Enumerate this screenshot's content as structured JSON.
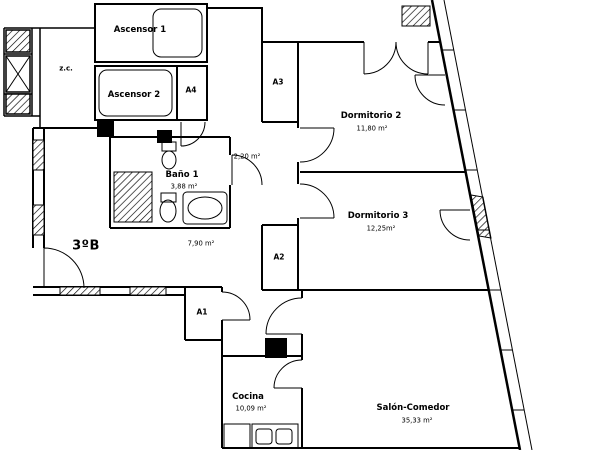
{
  "unit": {
    "label": "3ºB"
  },
  "rooms": {
    "ascensor1": {
      "name": "Ascensor 1"
    },
    "ascensor2": {
      "name": "Ascensor 2"
    },
    "zc": {
      "name": "z.c."
    },
    "a4": {
      "name": "A4"
    },
    "a3": {
      "name": "A3"
    },
    "a2": {
      "name": "A2"
    },
    "a1": {
      "name": "A1"
    },
    "dormitorio2": {
      "name": "Dormitorio 2",
      "area": "11,80 m²"
    },
    "dormitorio3": {
      "name": "Dormitorio 3",
      "area": "12,25m²"
    },
    "bano1": {
      "name": "Baño 1",
      "area": "3,88 m²"
    },
    "distribuidor": {
      "area": "2,20 m²"
    },
    "pasillo": {
      "area": "7,90 m²"
    },
    "cocina": {
      "name": "Cocina",
      "area": "10,09 m²"
    },
    "salon": {
      "name": "Salón-Comedor",
      "area": "35,33 m²"
    }
  },
  "colors": {
    "line": "#000000",
    "background": "#ffffff"
  }
}
